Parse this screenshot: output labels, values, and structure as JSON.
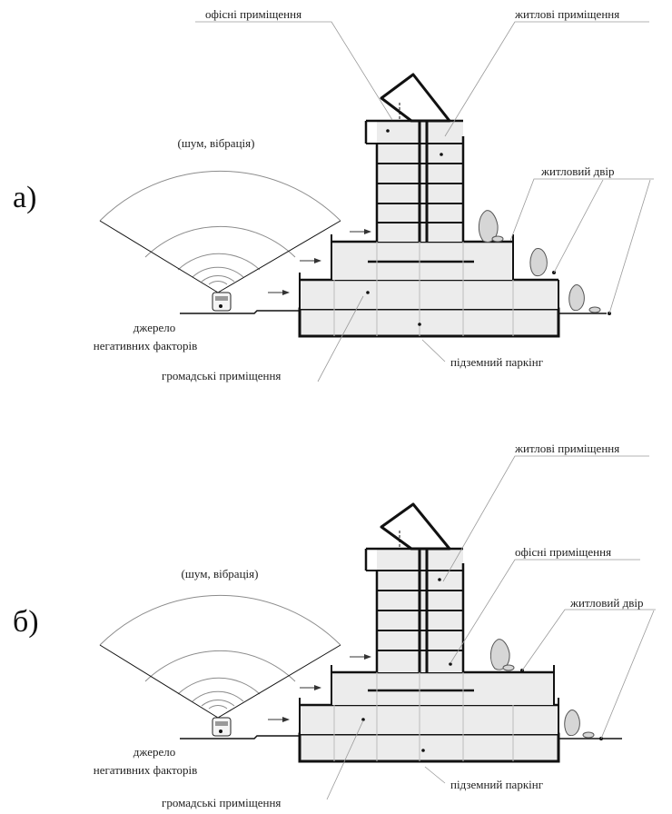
{
  "diagrams": [
    {
      "id": "a",
      "letter": "а)",
      "labels": {
        "noise": "(шум, вібрація)",
        "source_line1": "джерело",
        "source_line2": "негативних факторів",
        "public": "громадські приміщення",
        "parking": "підземний паркінг",
        "yard": "житловий двір",
        "office": "офісні приміщення",
        "residential": "житлові приміщення"
      }
    },
    {
      "id": "b",
      "letter": "б)",
      "labels": {
        "noise": "(шум, вібрація)",
        "source_line1": "джерело",
        "source_line2": "негативних факторів",
        "public": "громадські приміщення",
        "parking": "підземний паркінг",
        "yard": "житловий двір",
        "office": "офісні приміщення",
        "residential": "житлові приміщення"
      }
    }
  ],
  "colors": {
    "stroke": "#111111",
    "fill": "#ececec",
    "leader": "#9a9a9a"
  }
}
